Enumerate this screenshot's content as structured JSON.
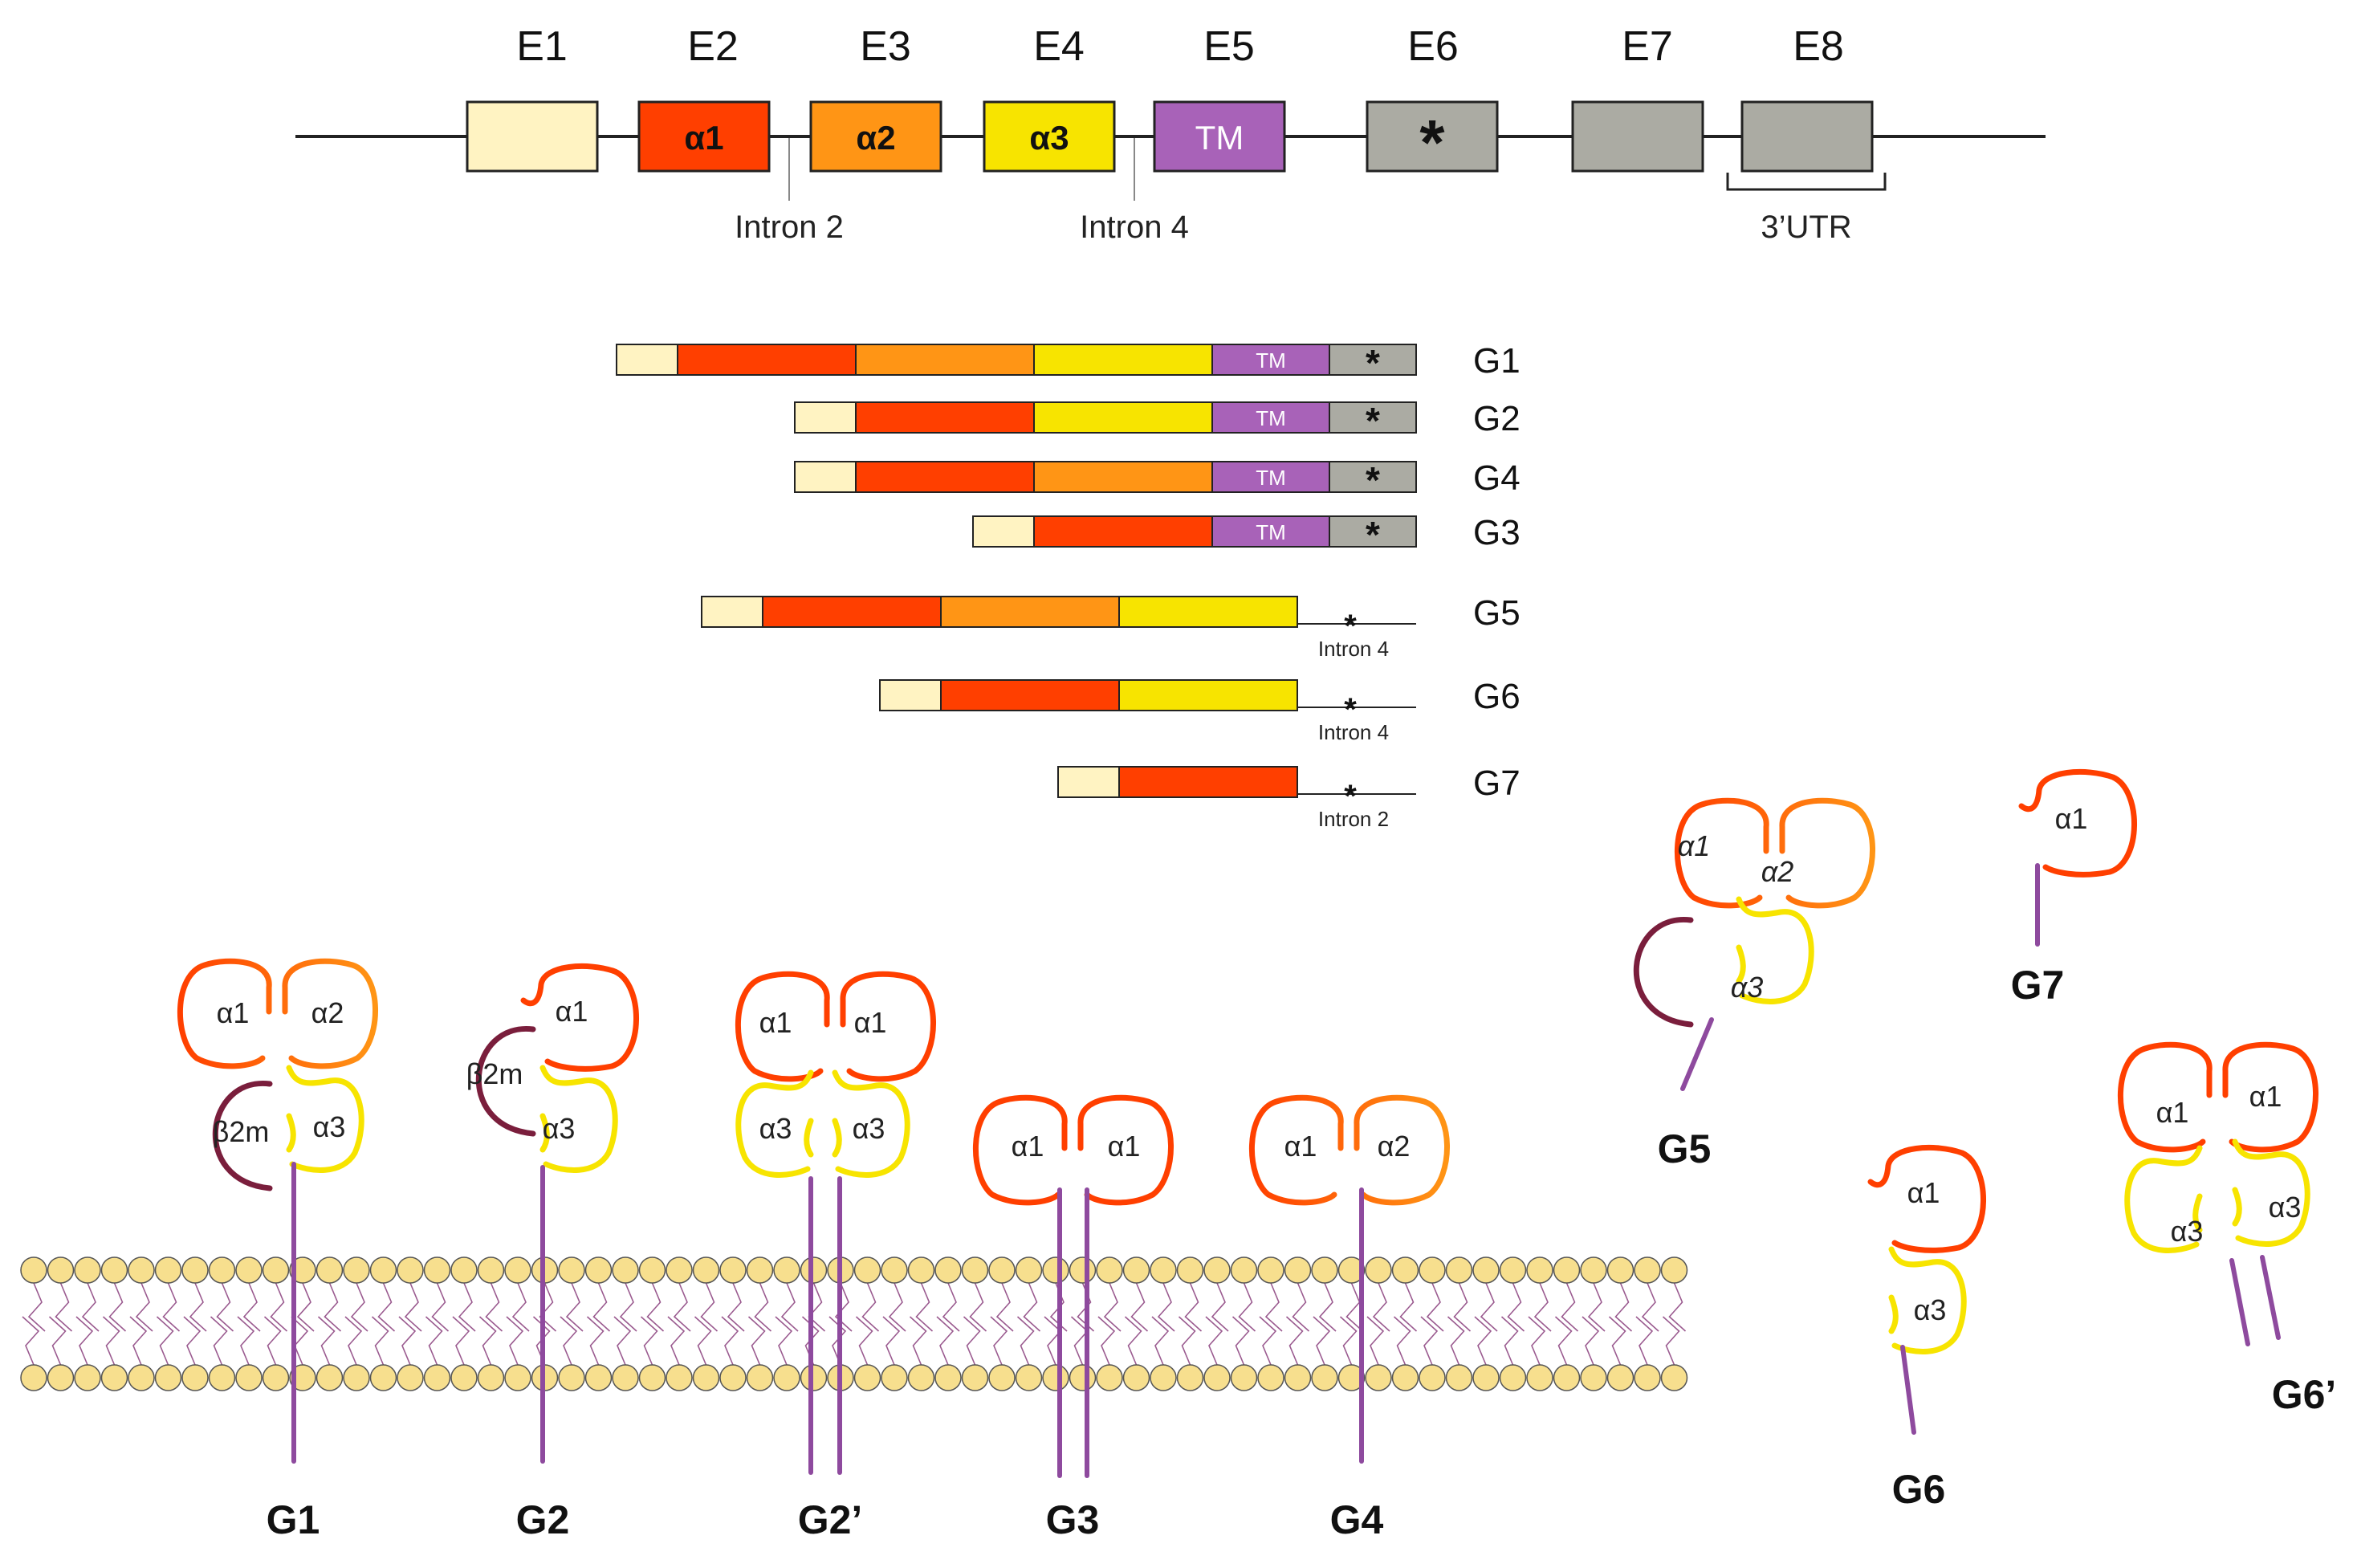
{
  "colors": {
    "e1": "#FFF3C2",
    "alpha1": "#FF3F00",
    "alpha2": "#FF9515",
    "alpha3": "#F7E400",
    "tm": "#A862B8",
    "tail": "#ABABA3",
    "b2m": "#7A1E3C",
    "membrane_head": "#F7DF8E",
    "membrane_tail": "#9A5A8F",
    "anchor": "#8E4A9E"
  },
  "gene": {
    "exons": [
      {
        "label": "E1",
        "box_text": ""
      },
      {
        "label": "E2",
        "box_text": "α1"
      },
      {
        "label": "E3",
        "box_text": "α2"
      },
      {
        "label": "E4",
        "box_text": "α3"
      },
      {
        "label": "E5",
        "box_text": "TM"
      },
      {
        "label": "E6",
        "box_text": "*"
      },
      {
        "label": "E7",
        "box_text": ""
      },
      {
        "label": "E8",
        "box_text": ""
      }
    ],
    "intron_labels": [
      "Intron 2",
      "Intron 4"
    ],
    "utr_label": "3’UTR"
  },
  "isoforms": [
    {
      "name": "G1",
      "segments": [
        "e1",
        "alpha1",
        "alpha2",
        "alpha3",
        "TM",
        "*"
      ],
      "note": ""
    },
    {
      "name": "G2",
      "segments": [
        "e1",
        "alpha1",
        "alpha3",
        "TM",
        "*"
      ],
      "note": ""
    },
    {
      "name": "G4",
      "segments": [
        "e1",
        "alpha1",
        "alpha2",
        "TM",
        "*"
      ],
      "note": ""
    },
    {
      "name": "G3",
      "segments": [
        "e1",
        "alpha1",
        "TM",
        "*"
      ],
      "note": ""
    },
    {
      "name": "G5",
      "segments": [
        "e1",
        "alpha1",
        "alpha2",
        "alpha3"
      ],
      "note": "Intron 4"
    },
    {
      "name": "G6",
      "segments": [
        "e1",
        "alpha1",
        "alpha3"
      ],
      "note": "Intron 4"
    },
    {
      "name": "G7",
      "segments": [
        "e1",
        "alpha1"
      ],
      "note": "Intron 2"
    }
  ],
  "proteins": {
    "domain_labels": {
      "alpha1": "α1",
      "alpha2": "α2",
      "alpha3": "α3",
      "b2m": "β2m"
    },
    "membrane_bound": [
      "G1",
      "G2",
      "G2’",
      "G3",
      "G4"
    ],
    "soluble": [
      "G5",
      "G7",
      "G6",
      "G6’"
    ]
  }
}
